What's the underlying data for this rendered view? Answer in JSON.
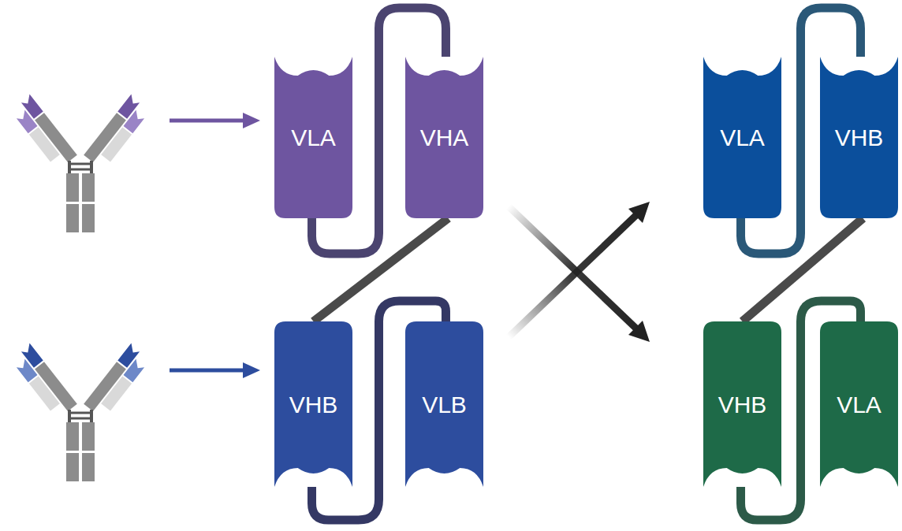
{
  "diagram": {
    "nodes": [
      {
        "text": [
          "VLA"
        ]
      },
      {
        "text": [
          "VHA"
        ]
      },
      {
        "text": [
          "VHB"
        ]
      },
      {
        "text": [
          "VLB"
        ]
      },
      {
        "text": [
          "VLA"
        ]
      },
      {
        "text": [
          "VHB"
        ]
      },
      {
        "text": [
          "VHB"
        ]
      },
      {
        "text": [
          "VLA"
        ]
      }
    ],
    "edges": [
      {
        "from": 0,
        "to": 1,
        "arrow": "none"
      },
      {
        "from": 1,
        "to": 2,
        "arrow": "none"
      },
      {
        "from": 2,
        "to": 3,
        "arrow": "none"
      },
      {
        "from": 4,
        "to": 5,
        "arrow": "none"
      },
      {
        "from": 5,
        "to": 6,
        "arrow": "none"
      },
      {
        "from": 6,
        "to": 7,
        "arrow": "none"
      }
    ]
  }
}
